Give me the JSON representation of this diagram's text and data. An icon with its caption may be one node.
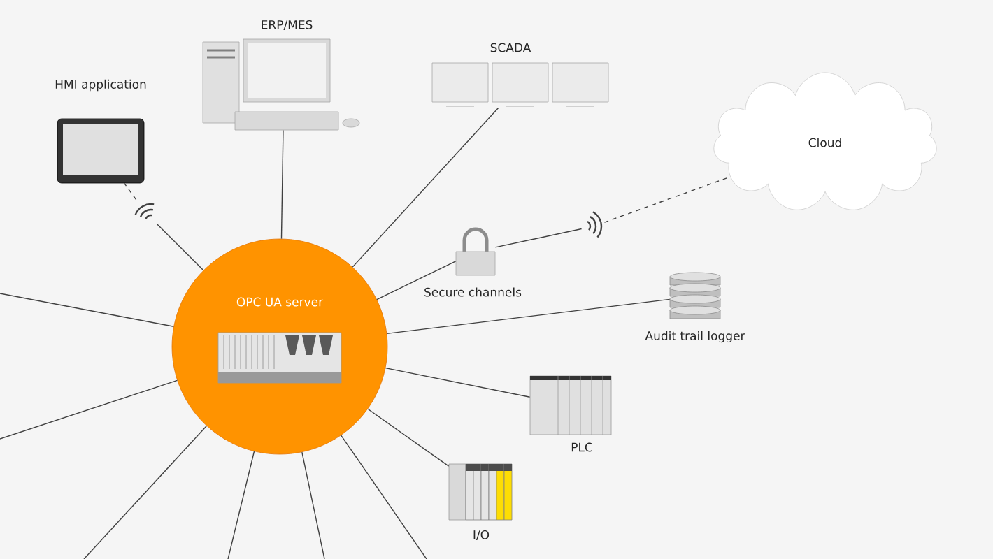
{
  "diagram": {
    "nodes": [
      {
        "text": [
          "OPC UA server"
        ]
      },
      {
        "text": [
          "HMI application"
        ]
      },
      {
        "text": [
          "ERP/MES"
        ]
      },
      {
        "text": [
          "SCADA"
        ]
      },
      {
        "text": [
          "Cloud"
        ]
      },
      {
        "text": [],
        "shape": "picture"
      },
      {
        "text": [],
        "shape": "picture"
      },
      {
        "text": [
          "Secure channels"
        ]
      },
      {
        "text": [
          "Audit trail logger"
        ]
      },
      {
        "text": [
          "PLC"
        ]
      },
      {
        "text": [
          "I/O"
        ]
      }
    ],
    "edges": [
      {
        "from": 0,
        "to": 2,
        "arrow": "none"
      },
      {
        "from": 0,
        "to": 3,
        "arrow": "none"
      },
      {
        "from": 0,
        "to": 5,
        "arrow": "none"
      },
      {
        "from": 5,
        "to": 1,
        "arrow": "none",
        "style": "dashed"
      },
      {
        "from": 0,
        "to": 7,
        "arrow": "none"
      },
      {
        "from": 7,
        "to": 6,
        "arrow": "none"
      },
      {
        "from": 6,
        "to": 4,
        "arrow": "none",
        "style": "dashed"
      },
      {
        "from": 0,
        "to": 8,
        "arrow": "none"
      },
      {
        "from": 0,
        "to": 9,
        "arrow": "none"
      },
      {
        "from": 0,
        "to": 10,
        "arrow": "none"
      },
      {
        "from": 0,
        "to": null,
        "arrow": "none"
      },
      {
        "from": 0,
        "to": null,
        "arrow": "none"
      },
      {
        "from": 0,
        "to": null,
        "arrow": "none"
      },
      {
        "from": 0,
        "to": null,
        "arrow": "none"
      },
      {
        "from": 0,
        "to": null,
        "arrow": "none"
      },
      {
        "from": 0,
        "to": null,
        "arrow": "none"
      }
    ]
  }
}
